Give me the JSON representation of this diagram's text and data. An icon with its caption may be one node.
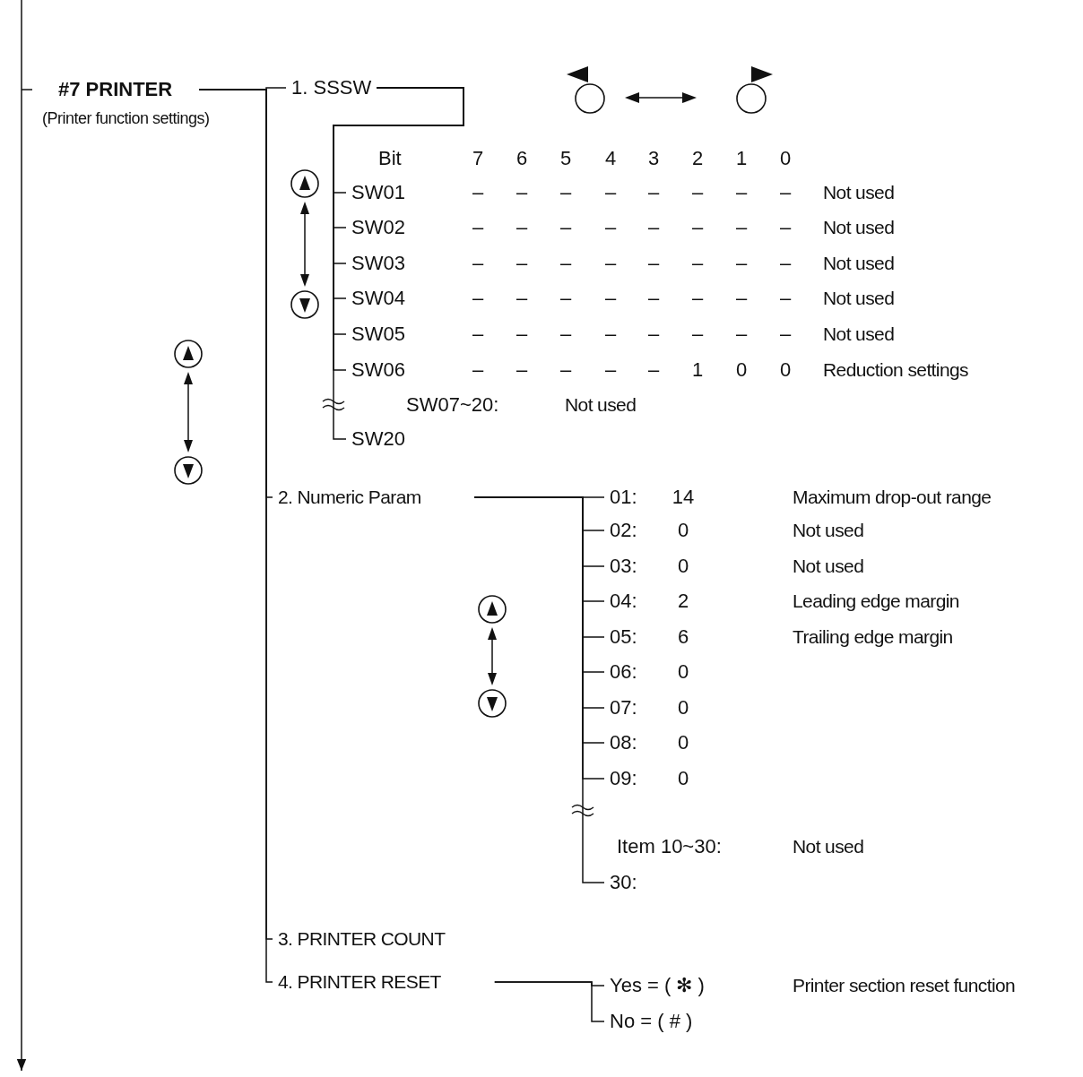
{
  "diagram": {
    "nodes": [
      {
        "text": [
          "#7 PRINTER"
        ],
        "beside": [
          "(Printer function settings)"
        ]
      },
      {
        "text": [
          "1. SSSW"
        ]
      },
      {
        "text": [
          "SW01"
        ],
        "beside": [
          "–",
          "–",
          "–",
          "–",
          "–",
          "–",
          "–",
          "–",
          "Not used"
        ]
      },
      {
        "text": [
          "SW02"
        ],
        "beside": [
          "–",
          "–",
          "–",
          "–",
          "–",
          "–",
          "–",
          "–",
          "Not used"
        ]
      },
      {
        "text": [
          "SW03"
        ],
        "beside": [
          "–",
          "–",
          "–",
          "–",
          "–",
          "–",
          "–",
          "–",
          "Not used"
        ]
      },
      {
        "text": [
          "SW04"
        ],
        "beside": [
          "–",
          "–",
          "–",
          "–",
          "–",
          "–",
          "–",
          "–",
          "Not used"
        ]
      },
      {
        "text": [
          "SW05"
        ],
        "beside": [
          "–",
          "–",
          "–",
          "–",
          "–",
          "–",
          "–",
          "–",
          "Not used"
        ]
      },
      {
        "text": [
          "SW06"
        ],
        "beside": [
          "–",
          "–",
          "–",
          "–",
          "–",
          "1",
          "0",
          "0",
          "Reduction settings"
        ]
      },
      {
        "text": [
          "SW20"
        ]
      },
      {
        "text": [
          "2. Numeric Param"
        ]
      },
      {
        "text": [
          "01:",
          "14"
        ]
      },
      {
        "text": [
          "02:",
          "0"
        ]
      },
      {
        "text": [
          "03:",
          "0"
        ]
      },
      {
        "text": [
          "04:",
          "2"
        ]
      },
      {
        "text": [
          "05:",
          "6"
        ]
      },
      {
        "text": [
          "06:",
          "0"
        ]
      },
      {
        "text": [
          "07:",
          "0"
        ]
      },
      {
        "text": [
          "08:",
          "0"
        ]
      },
      {
        "text": [
          "09:",
          "0"
        ]
      },
      {
        "text": [
          "30:"
        ]
      },
      {
        "text": [
          "3. PRINTER COUNT"
        ]
      },
      {
        "text": [
          "4. PRINTER RESET"
        ]
      },
      {
        "text": [
          "Yes = ( ✻ )"
        ]
      },
      {
        "text": [
          "No = ( # )"
        ]
      }
    ],
    "edges": [
      {
        "from": 0,
        "to": 1,
        "arrow": "none"
      },
      {
        "from": 1,
        "to": 2,
        "arrow": "none"
      },
      {
        "from": 1,
        "to": 3,
        "arrow": "none"
      },
      {
        "from": 1,
        "to": 4,
        "arrow": "none"
      },
      {
        "from": 1,
        "to": 5,
        "arrow": "none"
      },
      {
        "from": 1,
        "to": 6,
        "arrow": "none"
      },
      {
        "from": 1,
        "to": 7,
        "arrow": "none"
      },
      {
        "from": 1,
        "to": 8,
        "arrow": "none"
      },
      {
        "from": 0,
        "to": 9,
        "arrow": "none"
      },
      {
        "from": 9,
        "to": 10,
        "arrow": "none"
      },
      {
        "from": 9,
        "to": 11,
        "arrow": "none"
      },
      {
        "from": 9,
        "to": 12,
        "arrow": "none"
      },
      {
        "from": 9,
        "to": 13,
        "arrow": "none"
      },
      {
        "from": 9,
        "to": 14,
        "arrow": "none"
      },
      {
        "from": 9,
        "to": 15,
        "arrow": "none"
      },
      {
        "from": 9,
        "to": 16,
        "arrow": "none"
      },
      {
        "from": 9,
        "to": 17,
        "arrow": "none"
      },
      {
        "from": 9,
        "to": 18,
        "arrow": "none"
      },
      {
        "from": 9,
        "to": 19,
        "arrow": "none"
      },
      {
        "from": 0,
        "to": 20,
        "arrow": "none"
      },
      {
        "from": 0,
        "to": 21,
        "arrow": "none"
      },
      {
        "from": 21,
        "to": 22,
        "arrow": "none"
      },
      {
        "from": 21,
        "to": 23,
        "arrow": "none"
      }
    ],
    "labels": [
      "Bit",
      "7",
      "6",
      "5",
      "4",
      "3",
      "2",
      "1",
      "0",
      "SW07~20:",
      "Not used",
      "Maximum drop-out range",
      "Not used",
      "Not used",
      "Leading edge margin",
      "Trailing edge margin",
      "Item 10~30:",
      "Not used",
      "Printer section reset function"
    ]
  }
}
